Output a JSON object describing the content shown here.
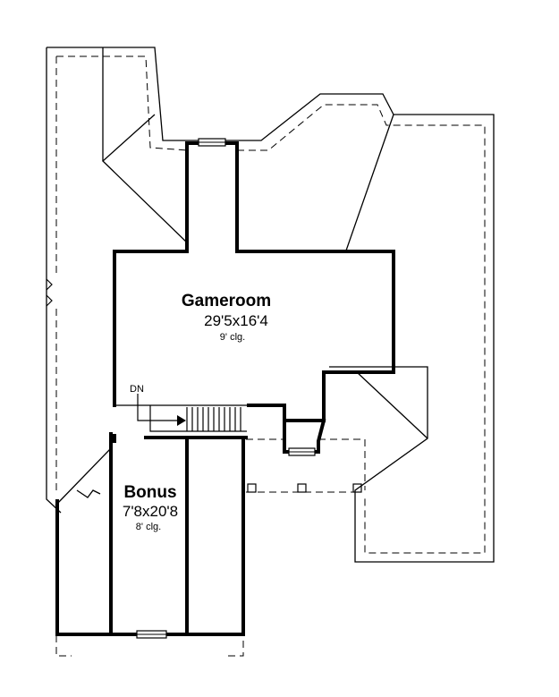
{
  "rooms": {
    "gameroom": {
      "name": "Gameroom",
      "dimensions": "29'5x16'4",
      "ceiling": "9' clg."
    },
    "bonus": {
      "name": "Bonus",
      "dimensions": "7'8x20'8",
      "ceiling": "8' clg."
    }
  },
  "stair": {
    "label": "DN"
  }
}
